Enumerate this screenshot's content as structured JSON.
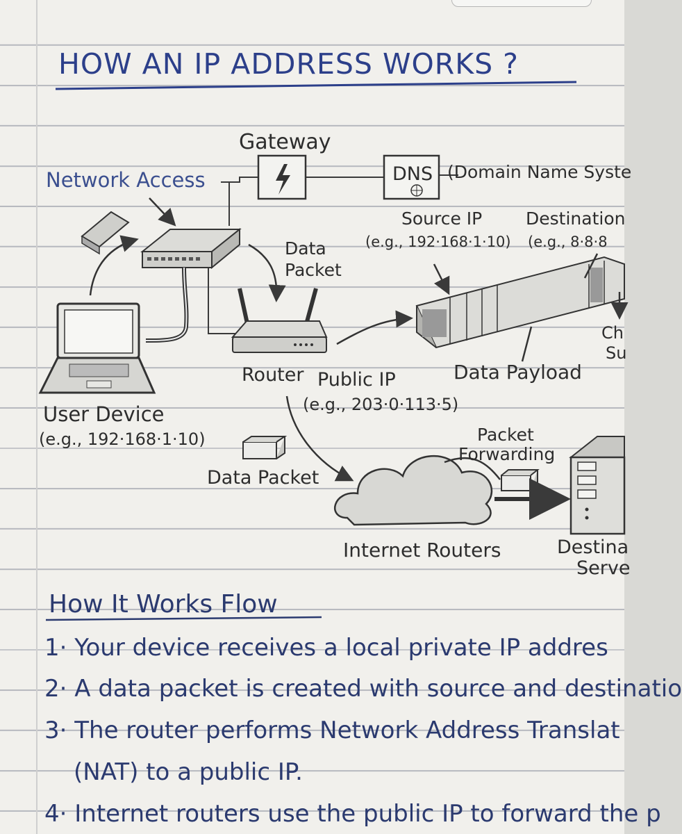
{
  "title": "HOW AN IP ADDRESS WORKS ?",
  "diagram": {
    "gateway": "Gateway",
    "network_access": "Network Access",
    "dns_box": "DNS",
    "dns_full": "(Domain Name Syste",
    "source_ip_label": "Source IP",
    "source_ip_example": "(e.g., 192·168·1·10)",
    "destination_ip_label": "Destination",
    "destination_ip_example": "(e.g., 8·8·8",
    "data_packet_top_line1": "Data",
    "data_packet_top_line2": "Packet",
    "checksum_line1": "Ch",
    "checksum_line2": "Su",
    "router": "Router",
    "public_ip_label": "Public IP",
    "public_ip_example": "(e.g., 203·0·113·5)",
    "data_payload": "Data Payload",
    "user_device": "User Device",
    "user_device_example": "(e.g., 192·168·1·10)",
    "packet_forwarding_line1": "Packet",
    "packet_forwarding_line2": "Forwarding",
    "data_packet_bottom": "Data Packet",
    "internet_routers": "Internet Routers",
    "destination_server_line1": "Destina",
    "destination_server_line2": "Serve"
  },
  "flow": {
    "heading": "How It Works Flow",
    "steps": [
      "1· Your device receives a local private IP addres",
      "2· A data packet is created with source and destinatio",
      "3· The router performs Network Address Translat",
      "(NAT) to a public IP.",
      "4· Internet routers use the public IP to forward the p"
    ]
  },
  "colors": {
    "ink": "#2d2d2d",
    "blue_ink": "#2c3f8a",
    "ruled_line": "#b7b9bf",
    "paper": "#f1f0ec"
  }
}
